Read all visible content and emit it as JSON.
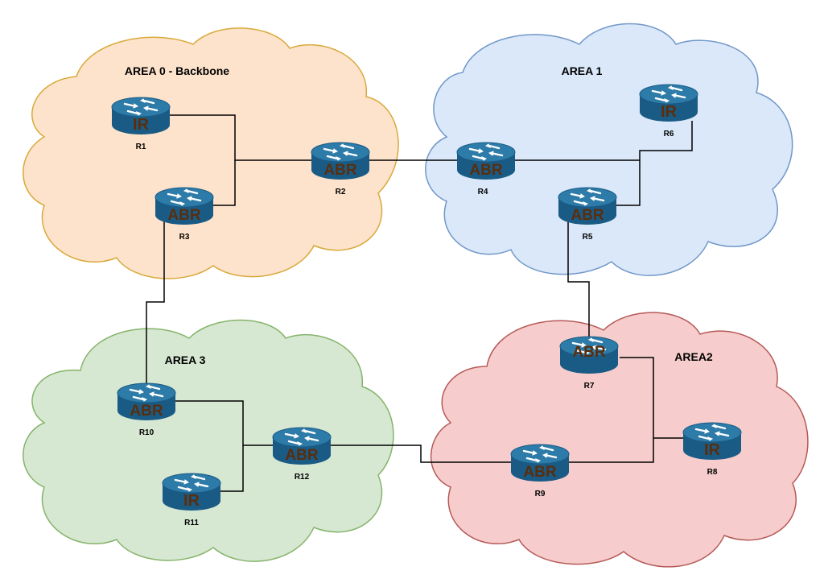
{
  "areas": {
    "area0": {
      "title": "AREA 0 - Backbone",
      "fill": "#fde3cc",
      "stroke": "#d9a93a"
    },
    "area1": {
      "title": "AREA 1",
      "fill": "#dae8f9",
      "stroke": "#7197c8"
    },
    "area2": {
      "title": "AREA2",
      "fill": "#f6cdcc",
      "stroke": "#b55a58"
    },
    "area3": {
      "title": "AREA 3",
      "fill": "#d6e7d2",
      "stroke": "#86b46b"
    }
  },
  "router_style": {
    "top": "#2d7ba8",
    "side": "#1a5b85",
    "arrows": "#ffffff",
    "tag_color": "#5a2d0c"
  },
  "routers": {
    "r1": {
      "name": "R1",
      "role": "IR",
      "icon": "router-icon"
    },
    "r2": {
      "name": "R2",
      "role": "ABR",
      "icon": "router-icon"
    },
    "r3": {
      "name": "R3",
      "role": "ABR",
      "icon": "router-icon"
    },
    "r4": {
      "name": "R4",
      "role": "ABR",
      "icon": "router-icon"
    },
    "r5": {
      "name": "R5",
      "role": "ABR",
      "icon": "router-icon"
    },
    "r6": {
      "name": "R6",
      "role": "IR",
      "icon": "router-icon"
    },
    "r7": {
      "name": "R7",
      "role": "ABR",
      "icon": "router-icon"
    },
    "r8": {
      "name": "R8",
      "role": "IR",
      "icon": "router-icon"
    },
    "r9": {
      "name": "R9",
      "role": "ABR",
      "icon": "router-icon"
    },
    "r10": {
      "name": "R10",
      "role": "ABR",
      "icon": "router-icon"
    },
    "r11": {
      "name": "R11",
      "role": "IR",
      "icon": "router-icon"
    },
    "r12": {
      "name": "R12",
      "role": "ABR",
      "icon": "router-icon"
    }
  },
  "links": [
    [
      "R1",
      "R2"
    ],
    [
      "R3",
      "R2"
    ],
    [
      "R2",
      "R4"
    ],
    [
      "R4",
      "R6"
    ],
    [
      "R5",
      "R6"
    ],
    [
      "R3",
      "R10"
    ],
    [
      "R5",
      "R7"
    ],
    [
      "R10",
      "R12"
    ],
    [
      "R11",
      "R12"
    ],
    [
      "R12",
      "R9"
    ],
    [
      "R9",
      "R7"
    ],
    [
      "R8",
      "R7"
    ]
  ]
}
